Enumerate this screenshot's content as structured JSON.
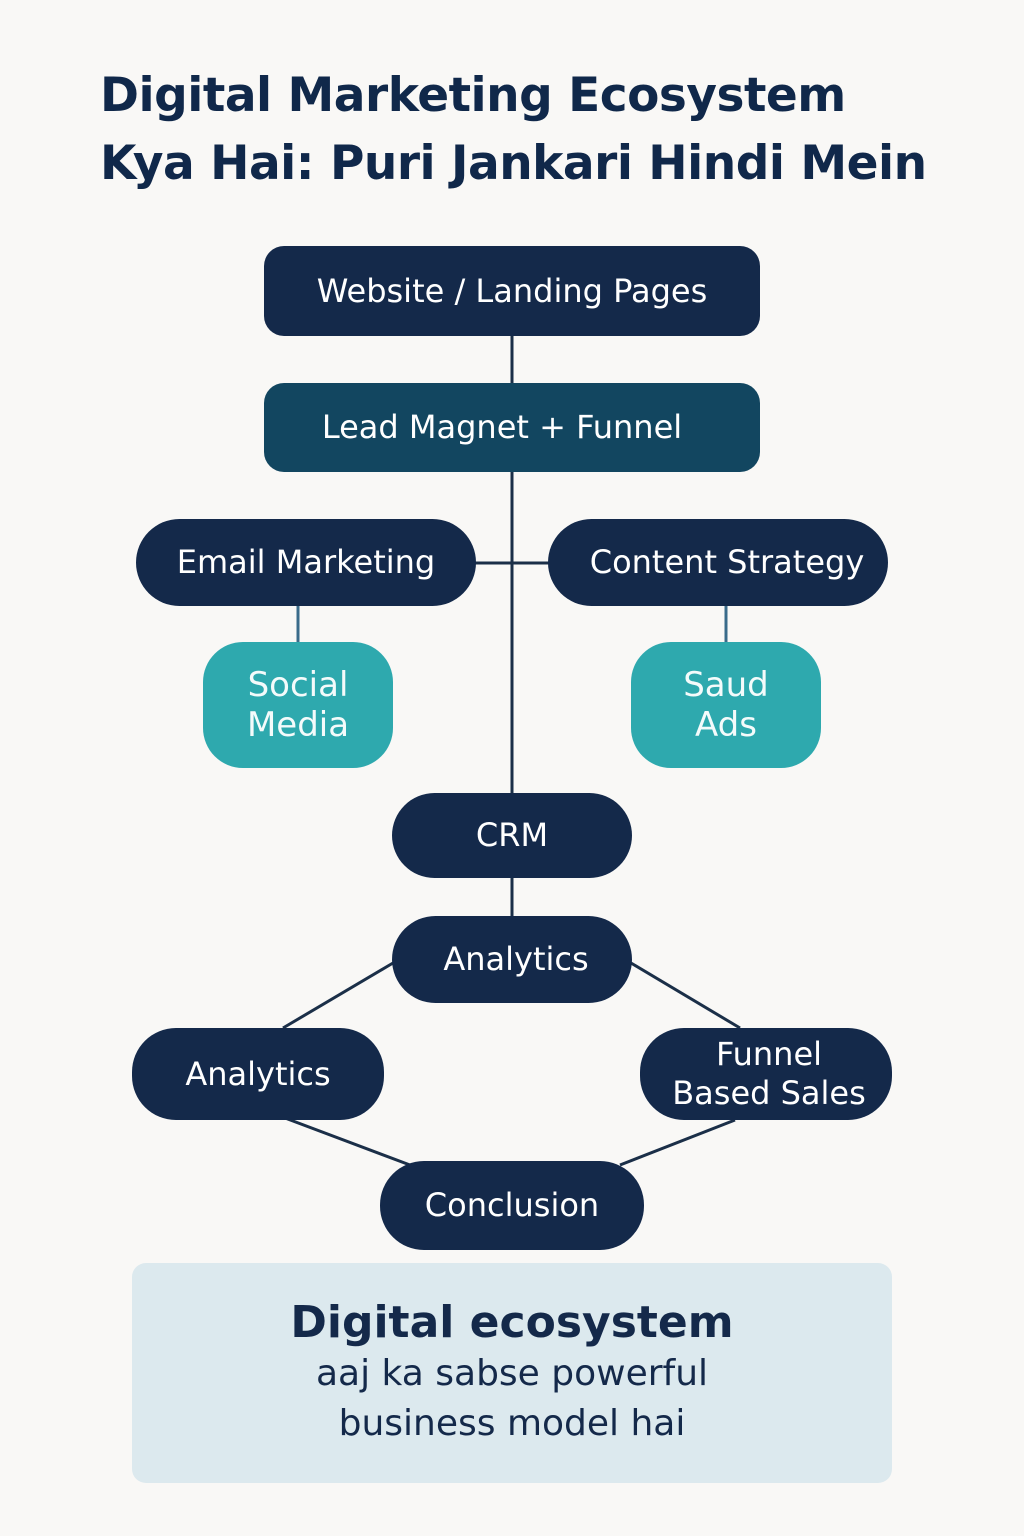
{
  "title": {
    "line1": "Digital Marketing Ecosystem",
    "line2": "Kya Hai: Puri Jankari Hindi Mein"
  },
  "nodes": {
    "website": "Website / Landing Pages",
    "lead_magnet": "Lead Magnet + Funnel",
    "email_marketing": "Email Marketing",
    "content_strategy": "Content Strategy",
    "social_media": {
      "line1": "Social",
      "line2": "Media"
    },
    "saud_ads": {
      "line1": "Saud",
      "line2": "Ads"
    },
    "crm": "CRM",
    "analytics_center": "Analytics",
    "analytics_left": "Analytics",
    "funnel_sales": {
      "line1": "Funnel",
      "line2": "Based Sales"
    },
    "conclusion": "Conclusion"
  },
  "summary": {
    "heading": "Digital ecosystem",
    "line1": "aaj ka sabse powerful",
    "line2": "business model hai"
  },
  "colors": {
    "background": "#f9f8f6",
    "title": "#10284a",
    "node_dark": "#14294a",
    "node_teal_dark": "#124660",
    "node_teal": "#2ea9ae",
    "connector": "#1b2f48",
    "connector_light": "#3a6b8a",
    "summary_box": "#dce9ee"
  }
}
